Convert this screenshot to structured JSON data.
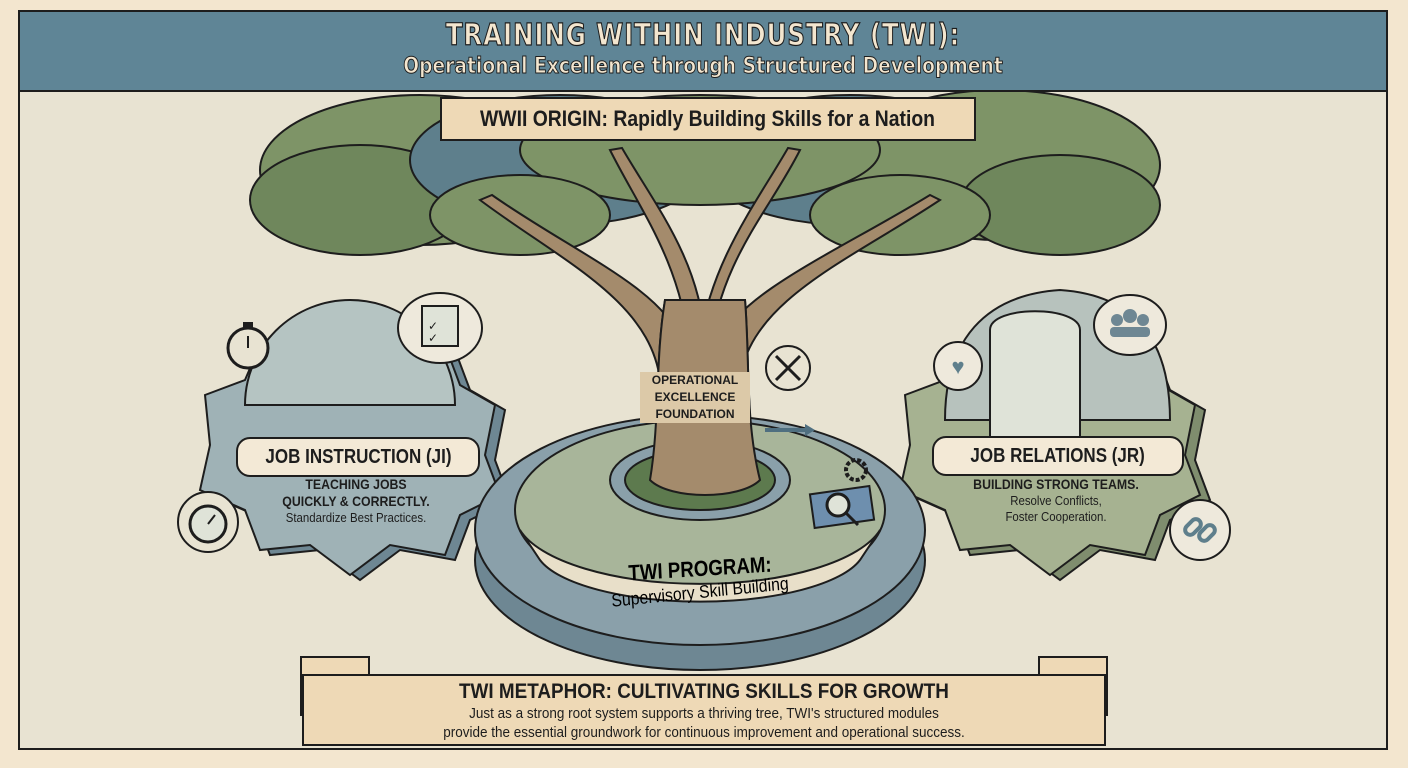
{
  "header": {
    "title": "TRAINING WITHIN INDUSTRY (TWI):",
    "subtitle": "Operational Excellence through Structured Development"
  },
  "origin_banner": "WWII ORIGIN: Rapidly Building Skills for a Nation",
  "tree": {
    "trunk_label_lines": [
      "OPERATIONAL",
      "EXCELLENCE",
      "FOUNDATION"
    ]
  },
  "modules": {
    "job_instruction": {
      "title": "JOB INSTRUCTION (JI)",
      "line1": "TEACHING JOBS",
      "line2": "QUICKLY & CORRECTLY.",
      "line3": "Standardize Best Practices.",
      "icons": [
        "stopwatch-icon",
        "clipboard-checklist-icon",
        "hands-pointing-icon",
        "stopwatch-icon"
      ]
    },
    "job_relations": {
      "title": "JOB RELATIONS (JR)",
      "line1": "BUILDING STRONG TEAMS.",
      "line2": "Resolve Conflicts,",
      "line3": "Foster Cooperation.",
      "icons": [
        "heart-icon",
        "team-people-icon",
        "handshake-icon",
        "chain-link-icon"
      ]
    },
    "twi_program": {
      "title": "TWI PROGRAM:",
      "subtitle": "Supervisory Skill Building",
      "icons": [
        "wrench-screwdriver-icon",
        "arrow-right-icon",
        "u-turn-arrow-icon",
        "gear-icon",
        "magnifier-blueprint-icon",
        "hand-pointing-icon"
      ]
    }
  },
  "metaphor_banner": {
    "title": "TWI METAPHOR: CULTIVATING SKILLS FOR GROWTH",
    "line1": "Just as a strong root system supports a thriving tree, TWI's structured modules",
    "line2": "provide the essential groundwork for continuous improvement and operational success."
  },
  "colors": {
    "header_blue": "#5f8596",
    "paper": "#e8e3d2",
    "tan_label": "#eed9b6",
    "gear_blue": "#7f9aa6",
    "gear_green": "#a6b291",
    "leaf_green": "#7e9467",
    "trunk_brown": "#a48b6c",
    "ink": "#1d1d1d"
  }
}
